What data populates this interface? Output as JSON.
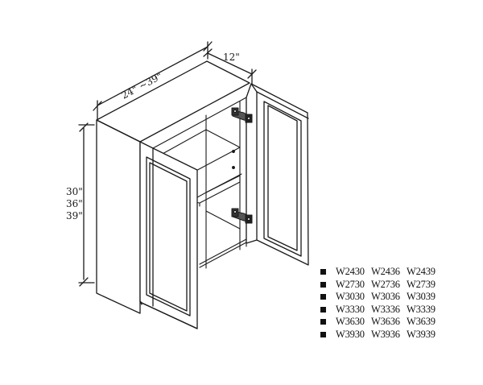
{
  "dimensions": {
    "width_label": "24\" ~39\"",
    "depth_label": "12\"",
    "height_labels": [
      "30\"",
      "36\"",
      "39\""
    ]
  },
  "models": [
    [
      "W2430",
      "W2436",
      "W2439"
    ],
    [
      "W2730",
      "W2736",
      "W2739"
    ],
    [
      "W3030",
      "W3036",
      "W3039"
    ],
    [
      "W3330",
      "W3336",
      "W3339"
    ],
    [
      "W3630",
      "W3636",
      "W3639"
    ],
    [
      "W3930",
      "W3936",
      "W3939"
    ]
  ],
  "colors": {
    "line": "#1a1a1a",
    "bullet": "#111111"
  }
}
